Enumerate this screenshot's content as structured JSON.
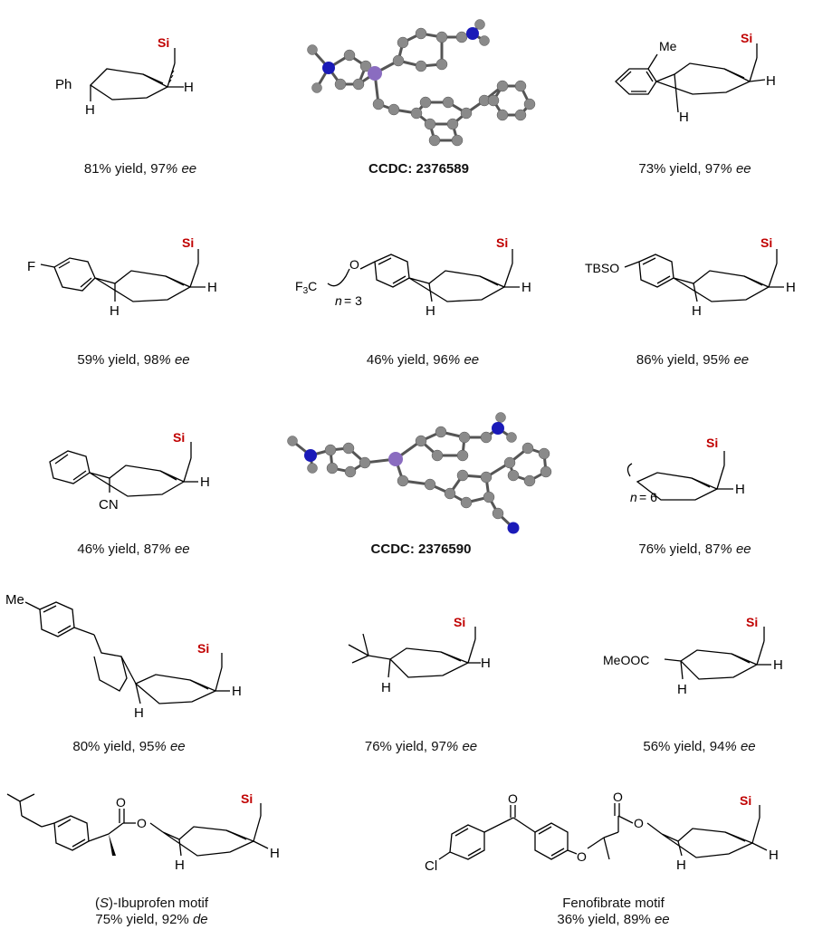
{
  "colors": {
    "silicon": "#c00000",
    "carbon_atom": "#8a8a8a",
    "nitrogen_atom": "#1a1ab8",
    "phosphorus_atom": "#8a6cc0",
    "bond": "#000000"
  },
  "entries": [
    {
      "id": "e1",
      "labels": {
        "sub": "Ph",
        "h1": "H",
        "h2": "H",
        "si": "Si"
      },
      "caption": {
        "prefix": "81% yield, 97",
        "pct": "%",
        "ee": "ee"
      }
    },
    {
      "id": "x1",
      "caption": {
        "text": "CCDC: 2376589"
      }
    },
    {
      "id": "e3",
      "labels": {
        "me": "Me",
        "h1": "H",
        "h2": "H",
        "si": "Si"
      },
      "caption": {
        "prefix": "73% yield, 97",
        "pct": "%",
        "ee": "ee"
      }
    },
    {
      "id": "e4",
      "labels": {
        "f": "F",
        "h1": "H",
        "h2": "H",
        "si": "Si"
      },
      "caption": {
        "prefix": "59% yield, 98",
        "pct": "%",
        "ee": "ee"
      }
    },
    {
      "id": "e5",
      "labels": {
        "cf3": "F3C",
        "o": "O",
        "n": "n",
        "neq": "= 3",
        "h1": "H",
        "h2": "H",
        "si": "Si"
      },
      "caption": {
        "prefix": "46% yield, 96",
        "pct": "%",
        "ee": "ee"
      }
    },
    {
      "id": "e6",
      "labels": {
        "tbso": "TBSO",
        "h1": "H",
        "h2": "H",
        "si": "Si"
      },
      "caption": {
        "prefix": "86% yield, 95",
        "pct": "%",
        "ee": "ee"
      }
    },
    {
      "id": "e7",
      "labels": {
        "cn": "CN",
        "h2": "H",
        "si": "Si"
      },
      "caption": {
        "prefix": "46% yield, 87",
        "pct": "%",
        "ee": "ee"
      }
    },
    {
      "id": "x2",
      "caption": {
        "text": "CCDC: 2376590"
      }
    },
    {
      "id": "e9",
      "labels": {
        "n": "n",
        "neq": "= 6",
        "h2": "H",
        "si": "Si"
      },
      "caption": {
        "prefix": "76% yield, 87",
        "pct": "%",
        "ee": "ee"
      }
    },
    {
      "id": "e10",
      "labels": {
        "me": "Me",
        "h1": "H",
        "h2": "H",
        "si": "Si"
      },
      "caption": {
        "prefix": "80% yield, 95",
        "pct": "%",
        "ee": "ee"
      }
    },
    {
      "id": "e11",
      "labels": {
        "h1": "H",
        "h2": "H",
        "si": "Si"
      },
      "caption": {
        "prefix": "76% yield, 97",
        "pct": "%",
        "ee": "ee"
      }
    },
    {
      "id": "e12",
      "labels": {
        "meooc": "MeOOC",
        "h1": "H",
        "h2": "H",
        "si": "Si"
      },
      "caption": {
        "prefix": "56% yield, 94",
        "pct": "%",
        "ee": "ee"
      }
    },
    {
      "id": "e13",
      "labels": {
        "o1": "O",
        "o2": "O",
        "h1": "H",
        "h2": "H",
        "si": "Si"
      },
      "caption": {
        "line1_paren_open": "(",
        "line1_s": "S",
        "line1_rest": ")-Ibuprofen motif",
        "prefix": "75% yield, 92% ",
        "ee": "de"
      }
    },
    {
      "id": "e14",
      "labels": {
        "cl": "Cl",
        "o1": "O",
        "o2": "O",
        "o3": "O",
        "o4": "O",
        "h1": "H",
        "h2": "H",
        "si": "Si"
      },
      "caption": {
        "line1": "Fenofibrate motif",
        "prefix": "36% yield, 89% ",
        "ee": "ee"
      }
    }
  ]
}
